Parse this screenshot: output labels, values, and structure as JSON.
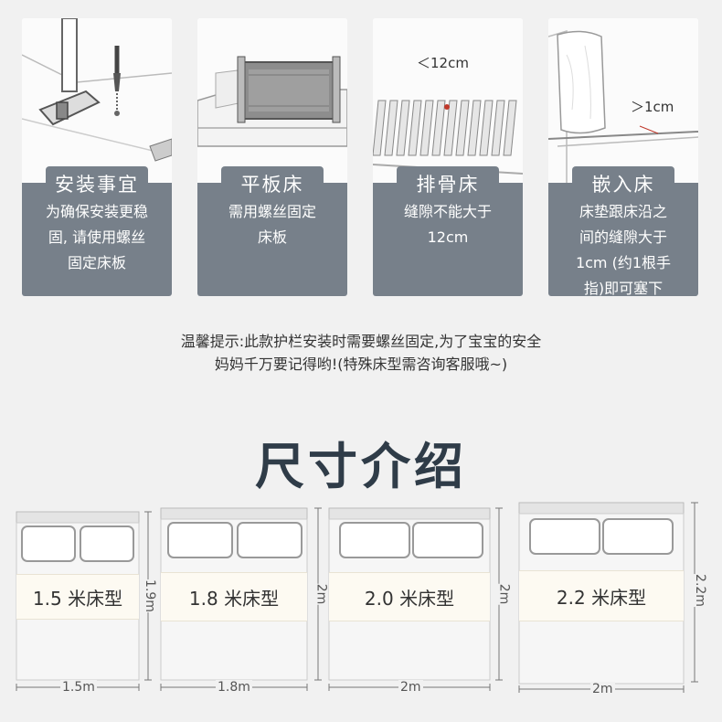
{
  "cards": [
    {
      "title": "安装事宜",
      "desc": [
        "为确保安装更稳",
        "固, 请使用螺丝",
        "固定床板"
      ]
    },
    {
      "title": "平板床",
      "desc": [
        "需用螺丝固定",
        "床板"
      ]
    },
    {
      "title": "排骨床",
      "desc": [
        "缝隙不能大于",
        "12cm"
      ],
      "callout": "＜12cm"
    },
    {
      "title": "嵌入床",
      "desc": [
        "床垫跟床沿之",
        "间的缝隙大于",
        "1cm (约1根手",
        "指)即可塞下"
      ],
      "callout": "＞1cm"
    }
  ],
  "tips": [
    "温馨提示:此款护栏安装时需要螺丝固定,为了宝宝的安全",
    "妈妈千万要记得哟!(特殊床型需咨询客服哦~)"
  ],
  "size_title": "尺寸介绍",
  "beds": [
    {
      "label": "1.5 米床型",
      "width": "1.5m",
      "height": "1.9m"
    },
    {
      "label": "1.8 米床型",
      "width": "1.8m",
      "height": "2m"
    },
    {
      "label": "2.0 米床型",
      "width": "2m",
      "height": "2m"
    },
    {
      "label": "2.2 米床型",
      "width": "2m",
      "height": "2.2m"
    }
  ],
  "colors": {
    "panel": "#77808a",
    "headline": "#2f3c48",
    "callout_red": "#c0392b"
  }
}
